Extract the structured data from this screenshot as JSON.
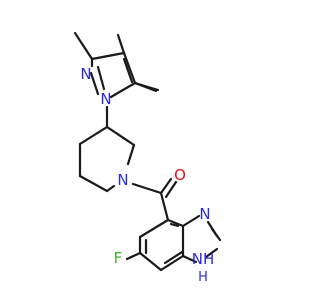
{
  "molecule": {
    "atoms": {
      "n_pyrazole_top": {
        "text": "N",
        "color": "#2b2bd9"
      },
      "n_pyrazole_bottom": {
        "text": "N",
        "color": "#2b2bd9"
      },
      "n_piperidine": {
        "text": "N",
        "color": "#2b2bd9"
      },
      "o_carbonyl": {
        "text": "O",
        "color": "#e0141e"
      },
      "n_imidazole_top": {
        "text": "N",
        "color": "#2b2bd9"
      },
      "nh_imidazole": {
        "text": "NH",
        "color": "#2b2bd9"
      },
      "h_label": {
        "text": "H",
        "color": "#2b2bd9"
      },
      "fluorine": {
        "text": "F",
        "color": "#35b52f"
      }
    },
    "bond_color": "#1a1a1a"
  }
}
